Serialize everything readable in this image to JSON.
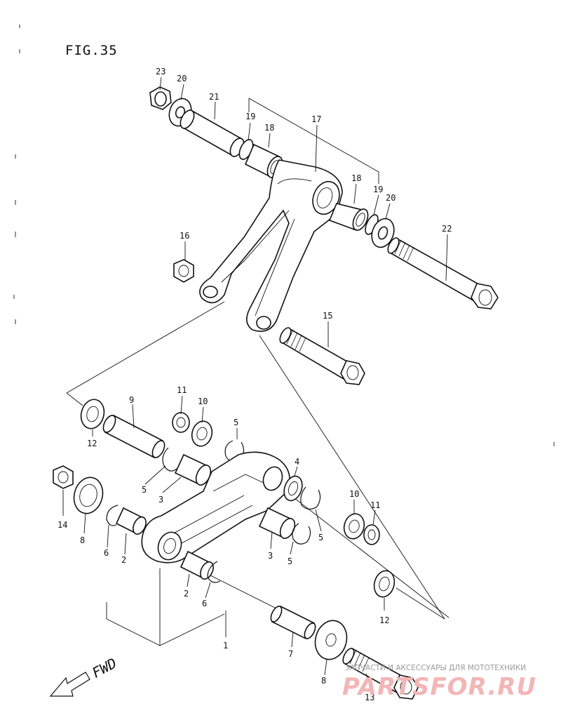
{
  "figure": {
    "title": "FIG.35"
  },
  "callouts": {
    "c23": "23",
    "c20a": "20",
    "c21": "21",
    "c19a": "19",
    "c18a": "18",
    "c17": "17",
    "c18b": "18",
    "c19b": "19",
    "c20b": "20",
    "c22": "22",
    "c16": "16",
    "c15": "15",
    "c11a": "11",
    "c10a": "10",
    "c9": "9",
    "c5a": "5",
    "c12a": "12",
    "c5b": "5",
    "c3a": "3",
    "c4": "4",
    "c14": "14",
    "c8a": "8",
    "c6a": "6",
    "c2a": "2",
    "c10b": "10",
    "c11b": "11",
    "c5c": "5",
    "c3b": "3",
    "c5d": "5",
    "c2b": "2",
    "c6b": "6",
    "c12b": "12",
    "c1": "1",
    "c7": "7",
    "c8b": "8",
    "c13": "13"
  },
  "direction": {
    "label": "FWD",
    "icon": "arrow-forward-icon"
  },
  "watermark": {
    "tagline": "ЗАПЧАСТИ И АКСЕССУАРЫ ДЛЯ МОТОТЕХНИКИ",
    "brand": "PARTSFOR.RU",
    "color": "#e24a4a"
  }
}
